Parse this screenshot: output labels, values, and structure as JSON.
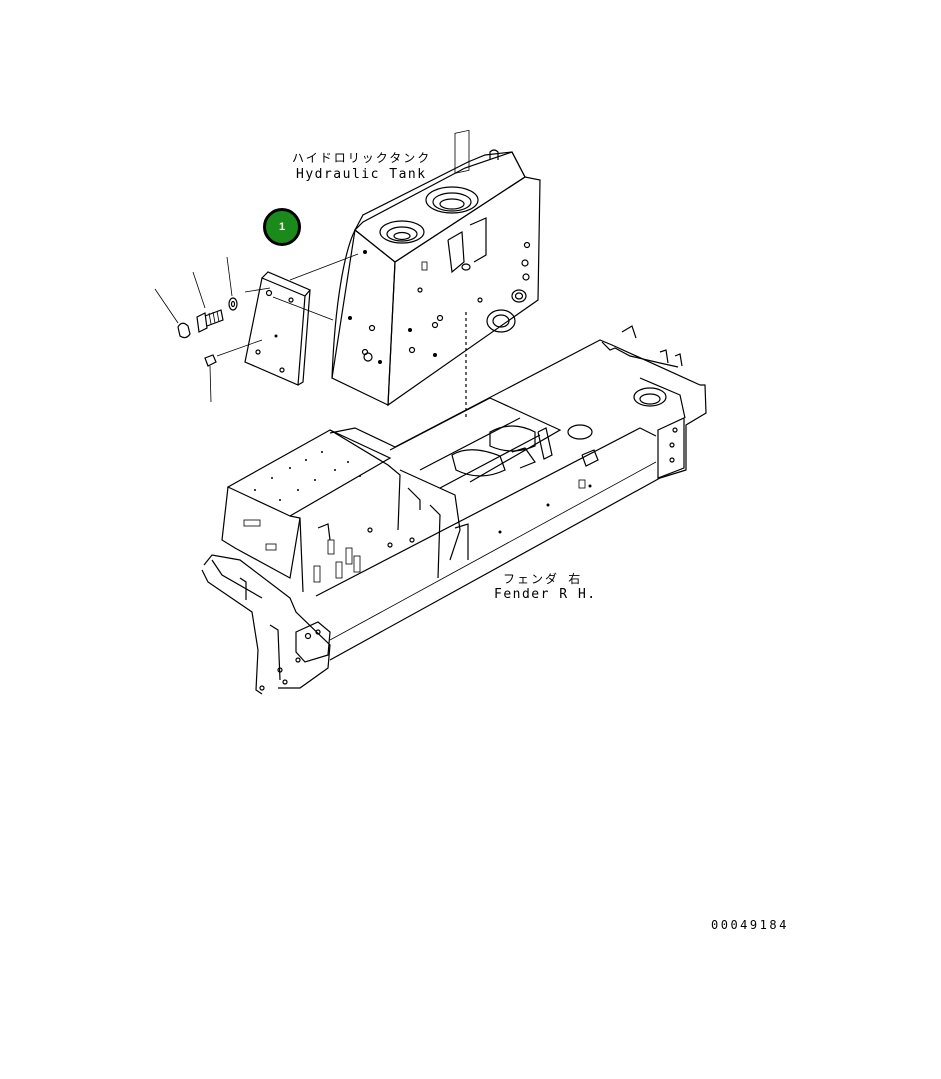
{
  "labels": {
    "hydraulic_tank_jp": "ハイドロリックタンク",
    "hydraulic_tank_en": "Hydraulic Tank",
    "fender_jp": "フェンダ 右",
    "fender_en": "Fender R H."
  },
  "callouts": [
    {
      "number": "1",
      "color": "#1a8a1a"
    }
  ],
  "drawing_id": "00049184"
}
